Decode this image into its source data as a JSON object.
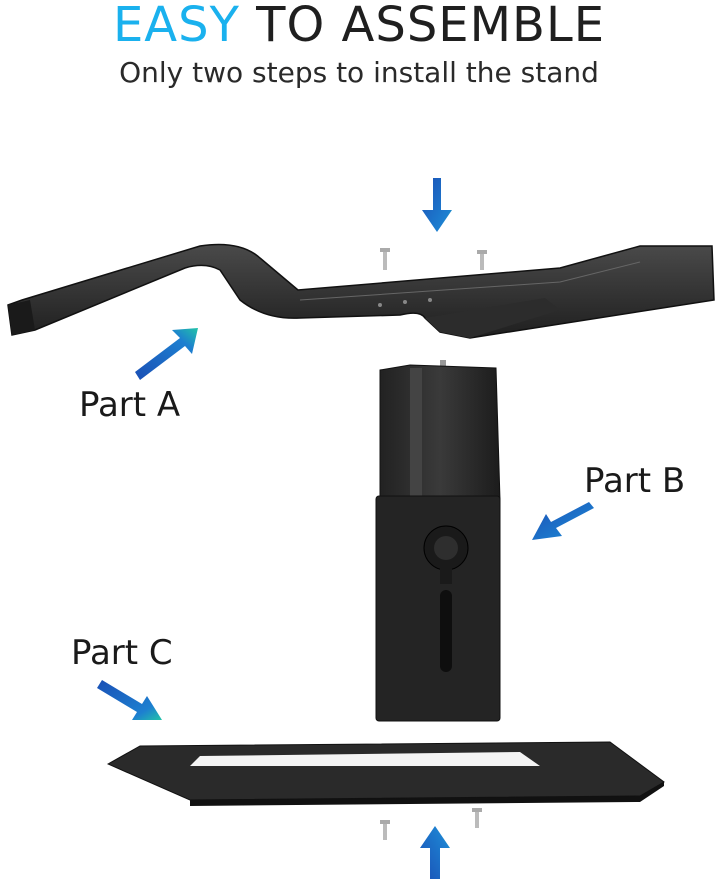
{
  "heading": {
    "accent": "EASY",
    "rest": "TO ASSEMBLE"
  },
  "subtitle": "Only two steps to install the stand",
  "labels": {
    "part_a": "Part A",
    "part_b": "Part B",
    "part_c": "Part C"
  },
  "colors": {
    "accent": "#1ab1ee",
    "arrow_dark": "#1a4fb5",
    "arrow_light": "#22c4a8",
    "metal": "#2b2b2b"
  }
}
